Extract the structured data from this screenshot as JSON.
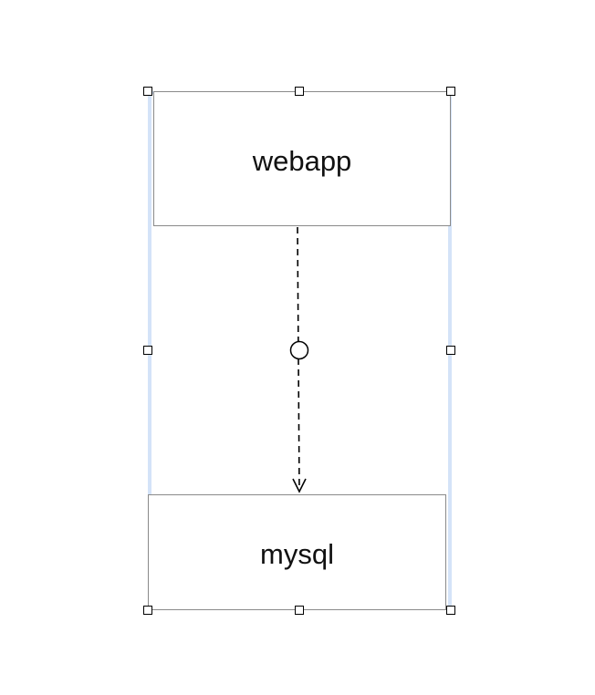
{
  "diagram": {
    "nodes": [
      {
        "id": "webapp",
        "label": "webapp"
      },
      {
        "id": "mysql",
        "label": "mysql"
      }
    ],
    "edges": [
      {
        "from": "webapp",
        "to": "mysql",
        "style": "dashed",
        "arrow": "open"
      }
    ]
  },
  "colors": {
    "selection": "#d4e3f8",
    "node_border": "#8a8a8a",
    "edge": "#000000",
    "background": "#ffffff"
  }
}
